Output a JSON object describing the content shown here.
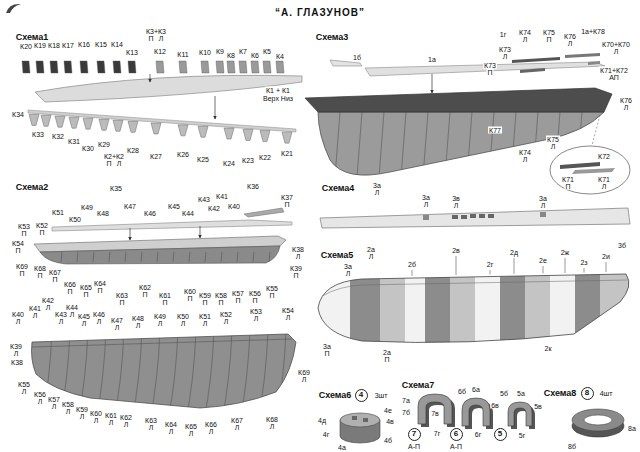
{
  "diagram": {
    "title": "“А. ГЛАЗУНОВ”",
    "nodes": [
      {
        "text": [
          "4"
        ]
      },
      {
        "text": [
          "7"
        ]
      },
      {
        "text": [
          "6"
        ]
      },
      {
        "text": [
          "5"
        ]
      },
      {
        "text": [
          "8"
        ]
      }
    ],
    "labels": [
      "Схема1",
      "К3+К3",
      "П",
      "Л",
      "К20",
      "К19",
      "К18",
      "К17",
      "К16",
      "К15",
      "К14",
      "К13",
      "К12",
      "К11",
      "К10",
      "К9",
      "К8",
      "К7",
      "К6",
      "К5",
      "К4",
      "К1 + К1",
      "Верх Низ",
      "К34",
      "К33",
      "К32",
      "К31",
      "К30",
      "К29",
      "К2+К2",
      "П",
      "Л",
      "К28",
      "К27",
      "К26",
      "К25",
      "К24",
      "К23",
      "К22",
      "К21",
      "Схема3",
      "1б",
      "1а",
      "1г",
      "К74",
      "Л",
      "К75",
      "П",
      "К76",
      "Л",
      "1а+К78",
      "К70+К70",
      "Л",
      "К73",
      "Л",
      "К73",
      "П",
      "К71+К72",
      "АП",
      "К76",
      "Л",
      "К77",
      "К74",
      "Л",
      "К75",
      "Л",
      "К72",
      "К71",
      "П",
      "К71",
      "Л",
      "Схема2",
      "К35",
      "К36",
      "К37",
      "П",
      "К51",
      "К50",
      "К49",
      "К48",
      "К47",
      "К46",
      "К45",
      "К44",
      "К43",
      "К42",
      "К41",
      "К40",
      "К53",
      "П",
      "К52",
      "П",
      "К54",
      "П",
      "К38",
      "Л",
      "К39",
      "П",
      "К69",
      "П",
      "К68",
      "П",
      "К67",
      "П",
      "К66",
      "П",
      "К65",
      "П",
      "К64",
      "П",
      "К63",
      "П",
      "К62",
      "П",
      "К61",
      "П",
      "К60",
      "П",
      "К59",
      "П",
      "К58",
      "П",
      "К57",
      "П",
      "К56",
      "П",
      "К55",
      "П",
      "К40",
      "Л",
      "К41",
      "Л",
      "К42",
      "Л",
      "К43",
      "Л",
      "К44",
      "Л",
      "К45",
      "Л",
      "К46",
      "Л",
      "К47",
      "Л",
      "К48",
      "Л",
      "К49",
      "Л",
      "К50",
      "Л",
      "К51",
      "Л",
      "К52",
      "Л",
      "К53",
      "Л",
      "К54",
      "Л",
      "К39",
      "Л",
      "К38",
      "К55",
      "Л",
      "К56",
      "Л",
      "К57",
      "Л",
      "К58",
      "Л",
      "К59",
      "Л",
      "К60",
      "Л",
      "К61",
      "Л",
      "К62",
      "Л",
      "К63",
      "Л",
      "К64",
      "Л",
      "К65",
      "Л",
      "К66",
      "Л",
      "К67",
      "Л",
      "К68",
      "Л",
      "К69",
      "Л",
      "Схема4",
      "3а",
      "Л",
      "3а",
      "Л",
      "3в",
      "Л",
      "3а",
      "Л",
      "Схема5",
      "3а",
      "Л",
      "2а",
      "Л",
      "2б",
      "2в",
      "2г",
      "2д",
      "2е",
      "2ж",
      "2з",
      "2и",
      "3б",
      "3а",
      "П",
      "2а",
      "П",
      "2к",
      "Схема6",
      "3шт",
      "4д",
      "4е",
      "4в",
      "4г",
      "4а",
      "4б",
      "Схема7",
      "7а",
      "7б",
      "7в",
      "7г",
      "А-П",
      "6б",
      "6а",
      "6в",
      "6г",
      "А-П",
      "5б",
      "5а",
      "5в",
      "5г",
      "Схема8",
      "4шт",
      "8б",
      "8а"
    ]
  }
}
